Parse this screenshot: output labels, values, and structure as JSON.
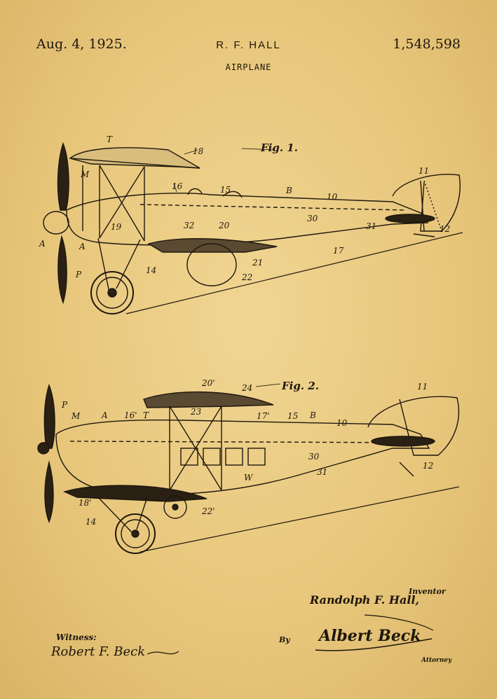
{
  "header": {
    "date": "Aug. 4, 1925.",
    "inventor_short": "R. F. HALL",
    "patent_number": "1,548,598",
    "title": "AIRPLANE"
  },
  "figures": {
    "fig1": {
      "label": "Fig. 1.",
      "refs": [
        "T",
        "18",
        "M",
        "16",
        "15",
        "B",
        "10",
        "11",
        "19",
        "32",
        "20",
        "30",
        "31",
        "12",
        "A",
        "17",
        "21",
        "22",
        "14",
        "P"
      ]
    },
    "fig2": {
      "label": "Fig. 2.",
      "refs": [
        "20'",
        "24",
        "11",
        "P",
        "M",
        "A",
        "16'",
        "T",
        "23",
        "17'",
        "15",
        "B",
        "10",
        "30",
        "W",
        "31",
        "12",
        "18'",
        "22'",
        "14"
      ]
    }
  },
  "signatures": {
    "inventor_label": "Inventor",
    "inventor_name": "Randolph F. Hall,",
    "witness_label": "Witness:",
    "witness_name": "Robert F. Beck",
    "by_label": "By",
    "attorney_name": "Albert Beck",
    "attorney_label": "Attorney"
  },
  "colors": {
    "paper": "#e8c77e",
    "ink": "#1e170d"
  }
}
